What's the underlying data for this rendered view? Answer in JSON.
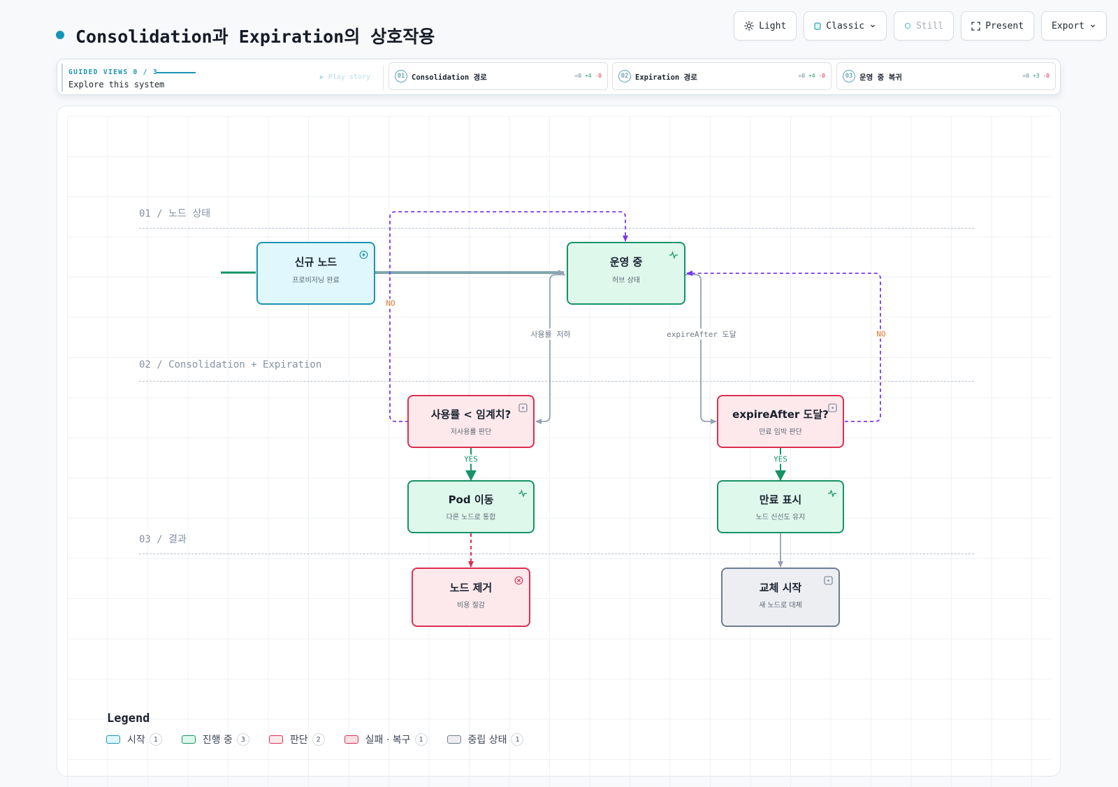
{
  "header": {
    "title": "Consolidation과 Expiration의 상호작용"
  },
  "toolbar": {
    "light": "Light",
    "classic": "Classic",
    "still": "Still",
    "present": "Present",
    "export": "Export"
  },
  "guided": {
    "label": "GUIDED VIEWS 0 / 3",
    "subtitle": "Explore this system",
    "play": "▶ Play story",
    "stories": [
      {
        "num": "01",
        "title": "Consolidation 경로",
        "eq": "=0",
        "plus": "+4",
        "minus": "-0"
      },
      {
        "num": "02",
        "title": "Expiration 경로",
        "eq": "=0",
        "plus": "+4",
        "minus": "-0"
      },
      {
        "num": "03",
        "title": "운영 중 복귀",
        "eq": "=0",
        "plus": "+3",
        "minus": "-0"
      }
    ]
  },
  "lanes": [
    "01 / 노드 상태",
    "02 / Consolidation + Expiration",
    "03 / 결과"
  ],
  "nodes": {
    "new_node": {
      "title": "신규 노드",
      "sub": "프로비저닝 완료"
    },
    "running": {
      "title": "운영 중",
      "sub": "허브 상태"
    },
    "usage_check": {
      "title": "사용률 < 임계치?",
      "sub": "저사용률 판단"
    },
    "expire_check": {
      "title": "expireAfter 도달?",
      "sub": "만료 임박 판단"
    },
    "pod_move": {
      "title": "Pod 이동",
      "sub": "다른 노드로 통합"
    },
    "expire_mark": {
      "title": "만료 표시",
      "sub": "노드 신선도 유지"
    },
    "node_remove": {
      "title": "노드 제거",
      "sub": "비용 절감"
    },
    "replace": {
      "title": "교체 시작",
      "sub": "새 노드로 대체"
    }
  },
  "edges": {
    "usage_drop": "사용률 저하",
    "expire_reach": "expireAfter 도달",
    "no_left": "NO",
    "no_right": "NO",
    "yes_left": "YES",
    "yes_right": "YES"
  },
  "colors": {
    "accent": "#1596b8",
    "start": "#1b93b3",
    "progress": "#159366",
    "decision": "#dc2f52",
    "neutral": "#6f7d92",
    "loop": "#7c3aed"
  },
  "legend": {
    "title": "Legend",
    "items": [
      {
        "label": "시작",
        "count": "1"
      },
      {
        "label": "진행 중",
        "count": "3"
      },
      {
        "label": "판단",
        "count": "2"
      },
      {
        "label": "실패 · 복구",
        "count": "1"
      },
      {
        "label": "중립 상태",
        "count": "1"
      }
    ]
  }
}
